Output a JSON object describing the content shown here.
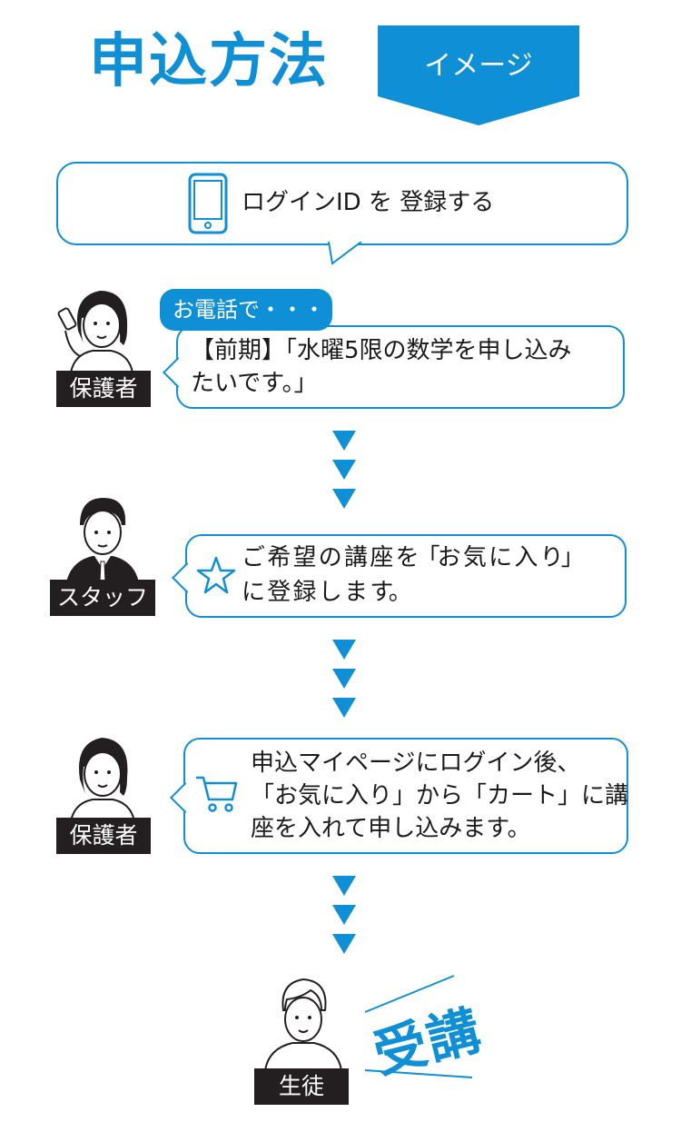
{
  "header": {
    "title": "申込方法",
    "badge": "イメージ"
  },
  "steps": {
    "login": {
      "text": "ログインID を 登録する",
      "icon": "smartphone-icon"
    },
    "call": {
      "badge": "お電話で・・・",
      "actor": "保護者",
      "line1": "【前期】「水曜5限の数学を申し込み",
      "line2": "たいです。」"
    },
    "staff": {
      "actor": "スタッフ",
      "line1": "ご 希 望 の 講 座 を「お 気 に 入 り」",
      "line2": "に 登 録 し ま す。",
      "icon": "star-icon"
    },
    "guardian": {
      "actor": "保護者",
      "line1": "申込マイページにログイン後、",
      "line2": "「お気に入り」から「カート」に講",
      "line3": "座を入れて申し込みます。",
      "icon": "cart-icon"
    },
    "student": {
      "actor": "生徒",
      "result": "受講"
    }
  },
  "colors": {
    "accent": "#0e8fd6",
    "tag": "#231f20"
  }
}
